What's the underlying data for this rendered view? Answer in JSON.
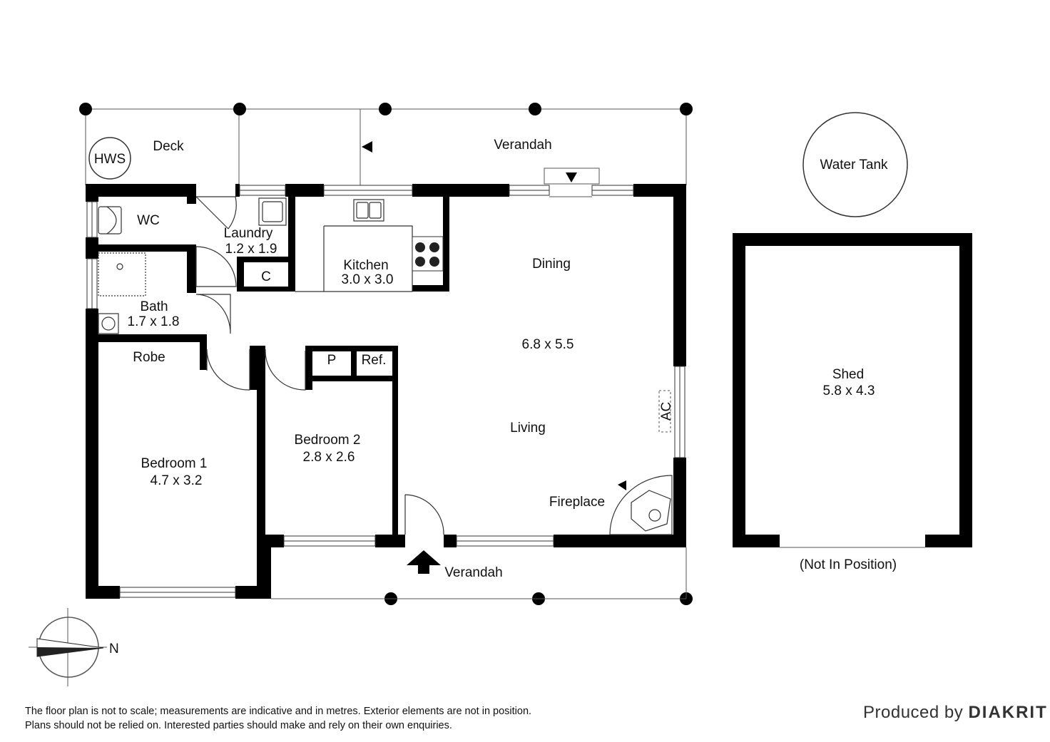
{
  "rooms": {
    "deck": "Deck",
    "hws": "HWS",
    "verandah_top": "Verandah",
    "water_tank": "Water Tank",
    "wc": "WC",
    "laundry": "Laundry",
    "laundry_size": "1.2 x 1.9",
    "cupboard": "C",
    "kitchen": "Kitchen",
    "kitchen_size": "3.0 x 3.0",
    "dining": "Dining",
    "dining_living_size": "6.8 x 5.5",
    "living": "Living",
    "bath": "Bath",
    "bath_size": "1.7 x 1.8",
    "robe": "Robe",
    "pantry": "P",
    "fridge": "Ref.",
    "ac": "AC",
    "bedroom1": "Bedroom 1",
    "bedroom1_size": "4.7 x 3.2",
    "bedroom2": "Bedroom 2",
    "bedroom2_size": "2.8 x 2.6",
    "fireplace": "Fireplace",
    "verandah_bottom": "Verandah",
    "shed": "Shed",
    "shed_size": "5.8 x 4.3",
    "shed_note": "(Not In Position)"
  },
  "compass": {
    "north_label": "N"
  },
  "footer": {
    "disclaimer_line1": "The floor plan is not to scale; measurements are indicative and in metres. Exterior elements are not in position.",
    "disclaimer_line2": "Plans should not be relied on. Interested parties should make and rely on their own enquiries.",
    "produced_by": "Produced by",
    "brand": "DIAKRIT"
  },
  "colors": {
    "wall": "#000000",
    "line": "#555555",
    "background": "#ffffff"
  }
}
